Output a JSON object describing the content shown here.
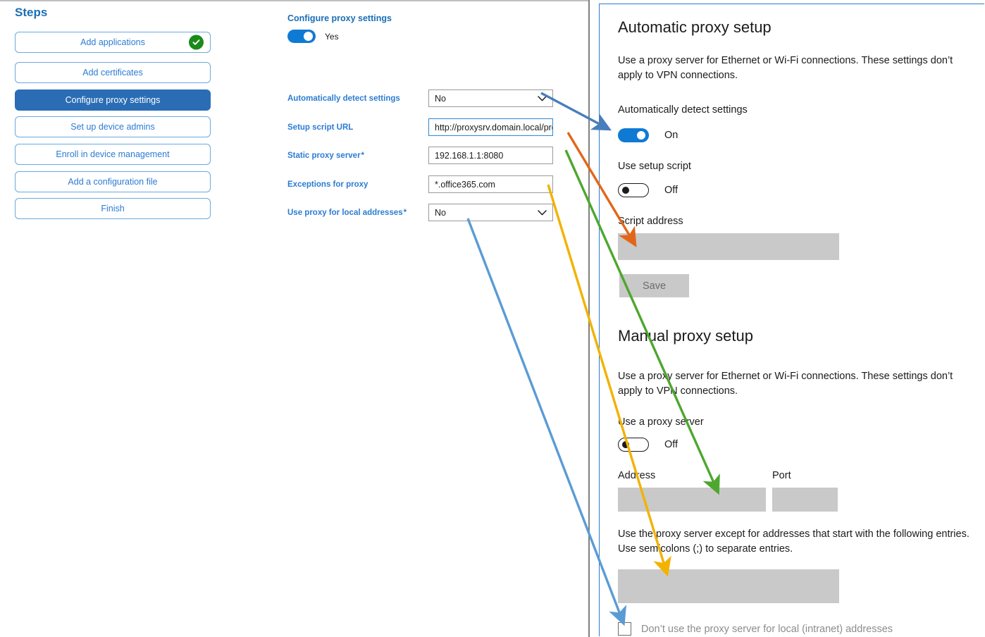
{
  "steps": {
    "title": "Steps",
    "items": [
      {
        "label": "Add applications",
        "state": "complete",
        "icon": "check-circle-icon"
      },
      {
        "label": "Add certificates",
        "state": "default",
        "icon": ""
      },
      {
        "label": "Configure proxy settings",
        "state": "active",
        "icon": ""
      },
      {
        "label": "Set up device admins",
        "state": "default",
        "icon": ""
      },
      {
        "label": "Enroll in device management",
        "state": "default",
        "icon": ""
      },
      {
        "label": "Add a configuration file",
        "state": "default",
        "icon": ""
      },
      {
        "label": "Finish",
        "state": "default",
        "icon": ""
      }
    ]
  },
  "form": {
    "heading": "Configure proxy settings",
    "master_toggle": {
      "state": "on",
      "label": "Yes"
    },
    "fields": [
      {
        "label": "Automatically detect settings",
        "required": false,
        "type": "select",
        "value": "No",
        "icon": "chevron-down-icon",
        "focused": false
      },
      {
        "label": "Setup script URL",
        "required": false,
        "type": "text",
        "value": "http://proxysrv.domain.local/proxy.pa",
        "icon": "",
        "focused": true
      },
      {
        "label": "Static proxy server",
        "required": true,
        "type": "text",
        "value": "192.168.1.1:8080",
        "icon": "",
        "focused": false
      },
      {
        "label": "Exceptions for proxy",
        "required": false,
        "type": "text",
        "value": "*.office365.com",
        "icon": "",
        "focused": false
      },
      {
        "label": "Use proxy for local addresses",
        "required": true,
        "type": "select",
        "value": "No",
        "icon": "chevron-down-icon",
        "focused": false
      }
    ]
  },
  "windows_settings": {
    "automatic": {
      "heading": "Automatic proxy setup",
      "description": "Use a proxy server for Ethernet or Wi-Fi connections. These settings don’t apply to VPN connections.",
      "detect_label": "Automatically detect settings",
      "detect_state": "On",
      "script_toggle_label": "Use setup script",
      "script_toggle_state": "Off",
      "script_address_label": "Script address",
      "script_address_value": "",
      "save_label": "Save"
    },
    "manual": {
      "heading": "Manual proxy setup",
      "description": "Use a proxy server for Ethernet or Wi-Fi connections. These settings don’t apply to VPN connections.",
      "use_proxy_label": "Use a proxy server",
      "use_proxy_state": "Off",
      "address_label": "Address",
      "address_value": "",
      "port_label": "Port",
      "port_value": "",
      "exceptions_description": "Use the proxy server except for addresses that start with the following entries. Use semicolons (;) to separate entries.",
      "exceptions_value": "",
      "local_checkbox_label": "Don’t use the proxy server for local (intranet) addresses",
      "local_checkbox_checked": false
    }
  },
  "annotations": {
    "arrows": [
      {
        "name": "arrow-detect-settings",
        "color": "#4a7ebb",
        "from_label": "Automatically detect settings dropdown",
        "to_label": "Automatically detect settings toggle"
      },
      {
        "name": "arrow-setup-script-url",
        "color": "#e2661a",
        "from_label": "Setup script URL field",
        "to_label": "Script address box"
      },
      {
        "name": "arrow-static-proxy-server",
        "color": "#4ea72e",
        "from_label": "Static proxy server field",
        "to_label": "Address box"
      },
      {
        "name": "arrow-exceptions",
        "color": "#f2b200",
        "from_label": "Exceptions for proxy field",
        "to_label": "Exceptions box"
      },
      {
        "name": "arrow-local-addresses",
        "color": "#5b9bd5",
        "from_label": "Use proxy for local addresses dropdown",
        "to_label": "Local intranet checkbox"
      }
    ]
  }
}
